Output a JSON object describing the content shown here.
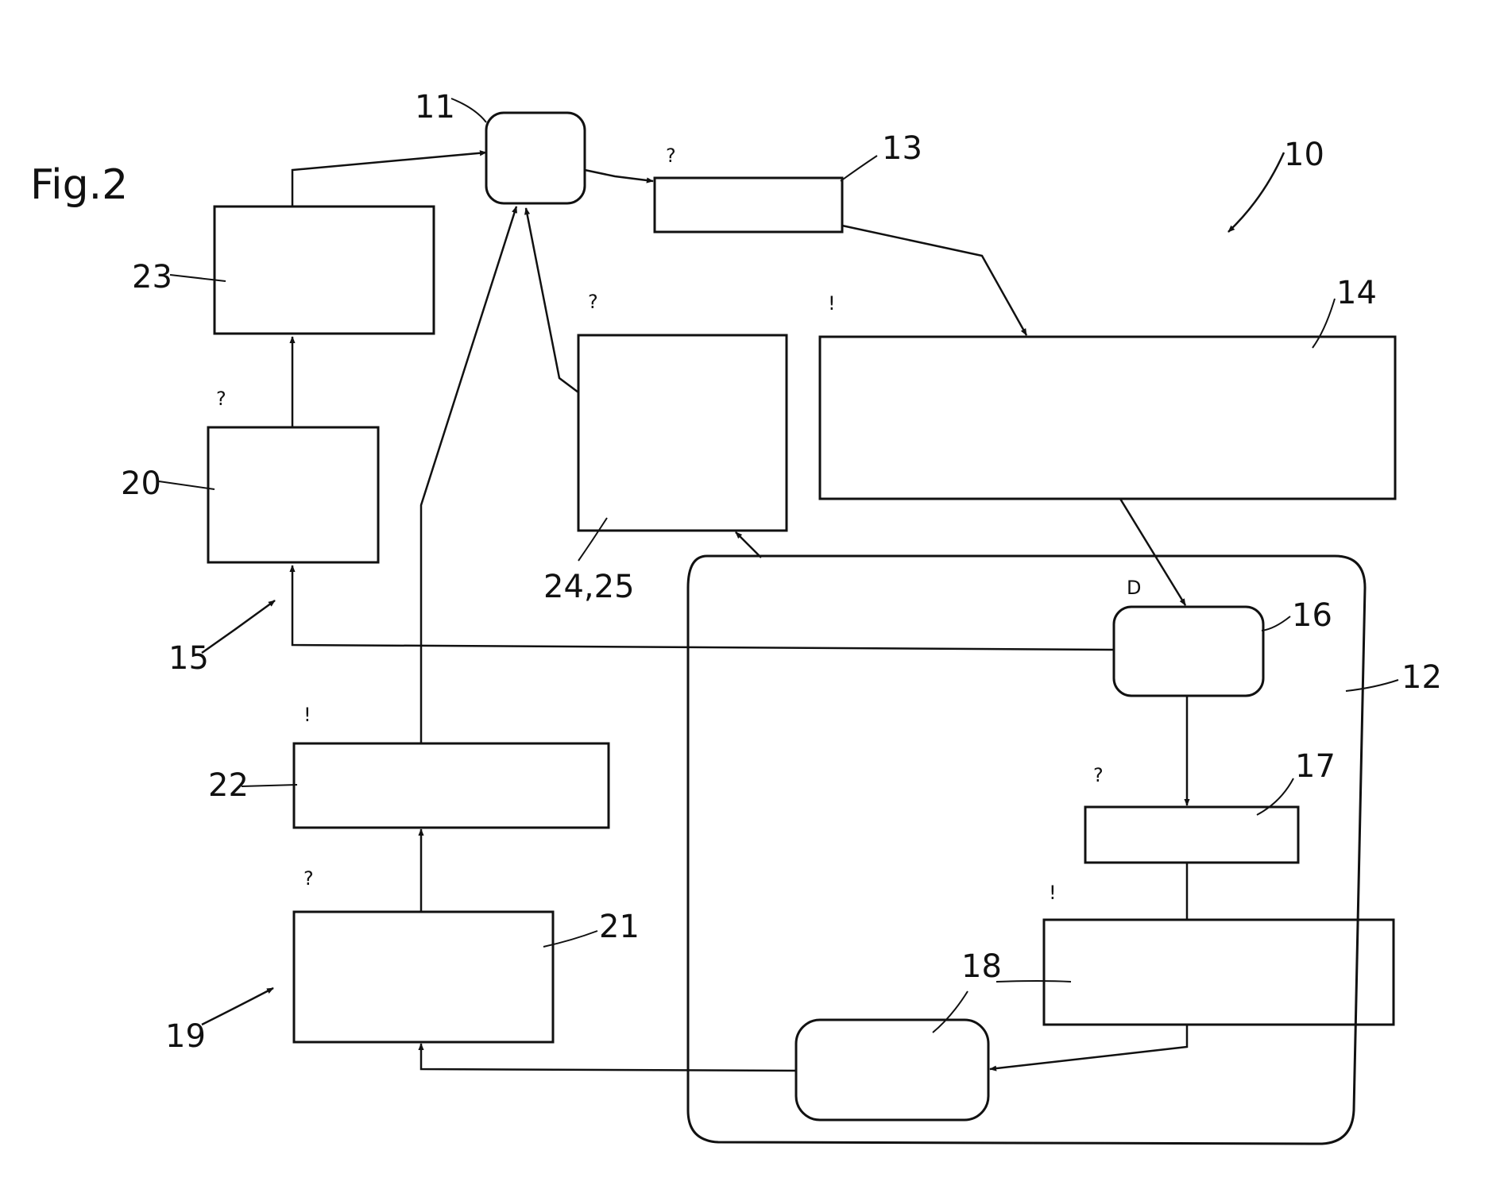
{
  "figure_label": "Fig.2",
  "reference_numerals": {
    "n10": "10",
    "n11": "11",
    "n12": "12",
    "n13": "13",
    "n14": "14",
    "n15": "15",
    "n16": "16",
    "n17": "17",
    "n18": "18",
    "n19": "19",
    "n20": "20",
    "n21": "21",
    "n22": "22",
    "n23": "23",
    "n24_25": "24,25"
  },
  "marks": {
    "q13": "?",
    "q24": "?",
    "e14": "!",
    "q20": "?",
    "d16": "D",
    "e22": "!",
    "q17": "?",
    "q21": "?",
    "e18": "!"
  }
}
